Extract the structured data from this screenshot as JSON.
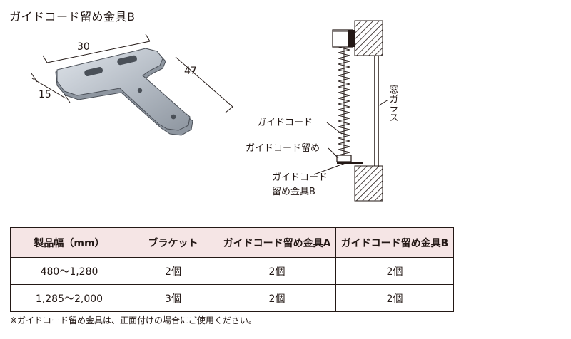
{
  "title": "ガイドコード留め金具B",
  "drawing": {
    "dim_width": "30",
    "dim_depth": "15",
    "dim_length": "47",
    "label_glass": "窓ガラス",
    "label_cord": "ガイドコード",
    "label_cord_clip": "ガイドコード留め",
    "label_bracket_line1": "ガイドコード",
    "label_bracket_line2": "留め金具B"
  },
  "table": {
    "headers": [
      "製品幅（mm）",
      "ブラケット",
      "ガイドコード留め金具A",
      "ガイドコード留め金具B"
    ],
    "rows": [
      [
        "480〜1,280",
        "2個",
        "2個",
        "2個"
      ],
      [
        "1,285〜2,000",
        "3個",
        "2個",
        "2個"
      ]
    ],
    "colors": {
      "header_bg": "#f5e5e5",
      "border": "#231815"
    }
  },
  "note": "※ガイドコード留め金具は、正面付けの場合にご使用ください。"
}
